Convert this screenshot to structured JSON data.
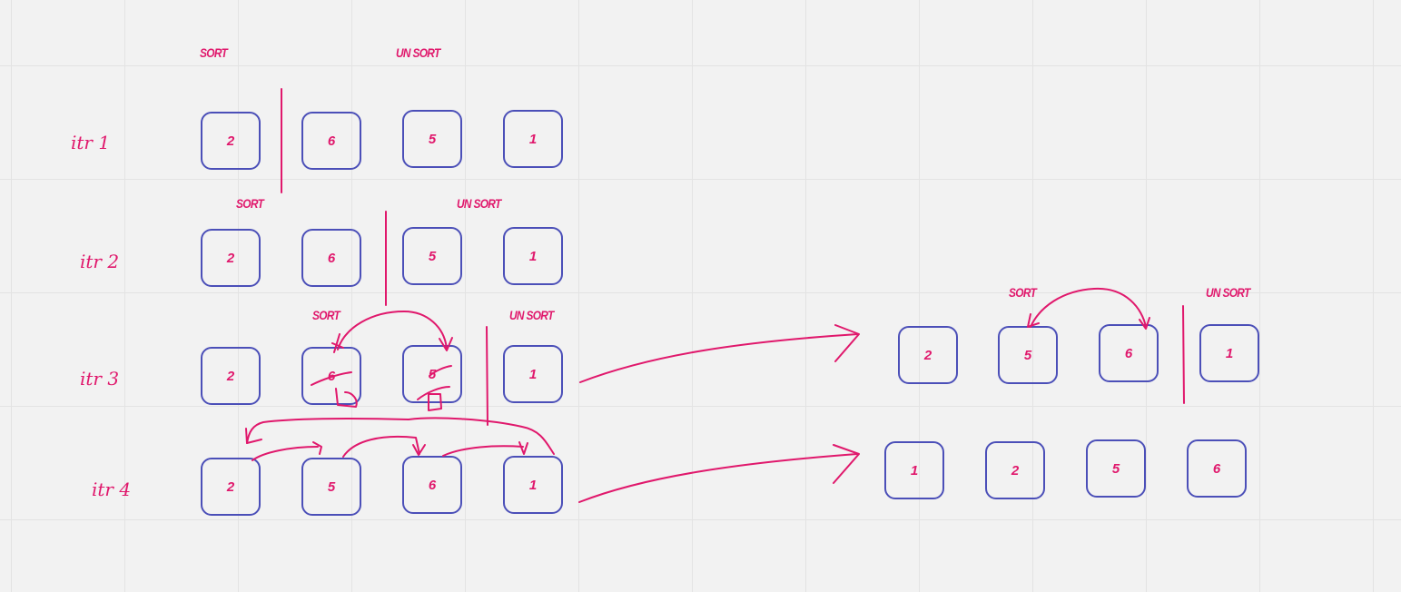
{
  "rows": [
    {
      "label": "itr 1",
      "values": [
        "2",
        "6",
        "5",
        "1"
      ],
      "sorted_label": "SORT",
      "unsorted_label": "UN SORT"
    },
    {
      "label": "itr 2",
      "values": [
        "2",
        "6",
        "5",
        "1"
      ],
      "sorted_label": "SORT",
      "unsorted_label": "UN SORT"
    },
    {
      "label": "itr 3",
      "values": [
        "2",
        "6",
        "5",
        "1"
      ],
      "sorted_label": "SORT",
      "unsorted_label": "UN SORT"
    },
    {
      "label": "itr 4",
      "values": [
        "2",
        "5",
        "6",
        "1"
      ]
    }
  ],
  "result_a": {
    "values": [
      "2",
      "5",
      "6",
      "1"
    ],
    "sorted_label": "SORT",
    "unsorted_label": "UN SORT"
  },
  "result_b": {
    "values": [
      "1",
      "2",
      "5",
      "6"
    ]
  },
  "colors": {
    "ink": "#e0186c",
    "box_border": "#4b4fb8",
    "background": "#f2f2f2"
  }
}
